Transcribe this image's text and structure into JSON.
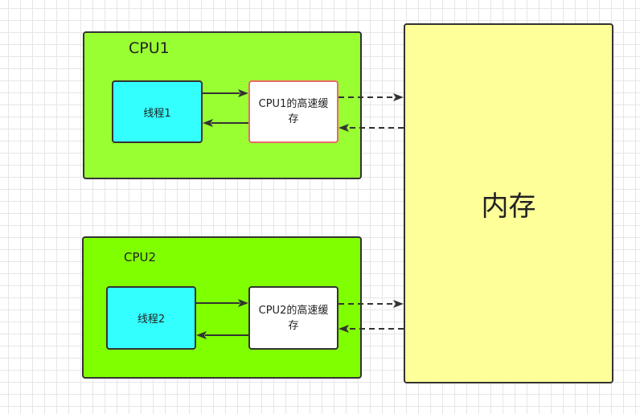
{
  "cpu1": {
    "label": "CPU1",
    "thread_label": "线程1",
    "cache_label": "CPU1的高速缓存"
  },
  "cpu2": {
    "label": "CPU2",
    "thread_label": "线程2",
    "cache_label": "CPU2的高速缓存"
  },
  "memory": {
    "label": "内存"
  },
  "colors": {
    "cpu1_fill": "#99ff33",
    "cpu2_fill": "#80ff00",
    "thread_fill": "#33ffff",
    "cache_fill": "#ffffff",
    "cache1_border": "#ea6b66",
    "memory_fill": "#ffff99",
    "stroke": "#333333"
  }
}
